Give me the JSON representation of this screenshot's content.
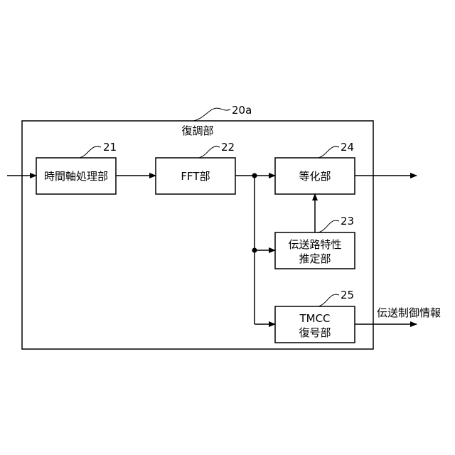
{
  "outer": {
    "ref": "20a",
    "title": "復調部"
  },
  "blocks": {
    "time_axis": {
      "ref": "21",
      "label": "時間軸処理部"
    },
    "fft": {
      "ref": "22",
      "label": "FFT部"
    },
    "equalizer": {
      "ref": "24",
      "label": "等化部"
    },
    "channel_estimation": {
      "ref": "23",
      "line1": "伝送路特性",
      "line2": "推定部"
    },
    "tmcc": {
      "ref": "25",
      "line1": "TMCC",
      "line2": "復号部"
    }
  },
  "output_label": "伝送制御情報"
}
